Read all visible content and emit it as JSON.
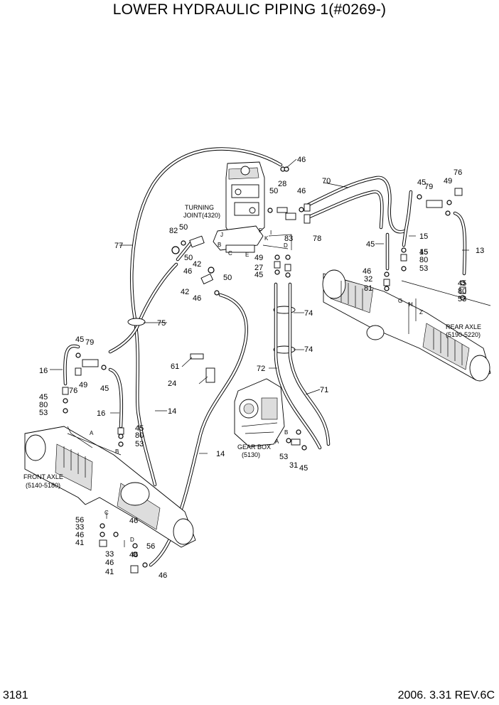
{
  "title": "LOWER HYDRAULIC PIPING 1(#0269-)",
  "page_number": "3181",
  "revision": "2006. 3.31  REV.6C",
  "components": {
    "turning_joint": "TURNING\nJOINT(4320)",
    "rear_axle": "REAR AXLE\n(5190-5220)",
    "front_axle": "FRONT AXLE\n(5140-5180)",
    "gear_box": "GEAR BOX\n(5130)"
  },
  "part_numbers": [
    "46",
    "28",
    "50",
    "46",
    "70",
    "45",
    "49",
    "76",
    "79",
    "82",
    "50",
    "77",
    "83",
    "78",
    "15",
    "45",
    "13",
    "15",
    "42",
    "50",
    "46",
    "50",
    "49",
    "27",
    "45",
    "46",
    "32",
    "81",
    "45",
    "80",
    "53",
    "42",
    "46",
    "75",
    "74",
    "74",
    "45",
    "79",
    "16",
    "49",
    "76",
    "45",
    "61",
    "24",
    "72",
    "71",
    "45",
    "80",
    "53",
    "16",
    "45",
    "80",
    "53",
    "14",
    "14",
    "53",
    "31",
    "45",
    "56",
    "46",
    "33",
    "46",
    "41",
    "46",
    "56",
    "33",
    "46",
    "41",
    "46",
    "45",
    "80",
    "53"
  ],
  "connection_letters": [
    "A",
    "B",
    "C",
    "D",
    "E",
    "F",
    "G",
    "H",
    "I",
    "J",
    "K",
    "Z"
  ]
}
